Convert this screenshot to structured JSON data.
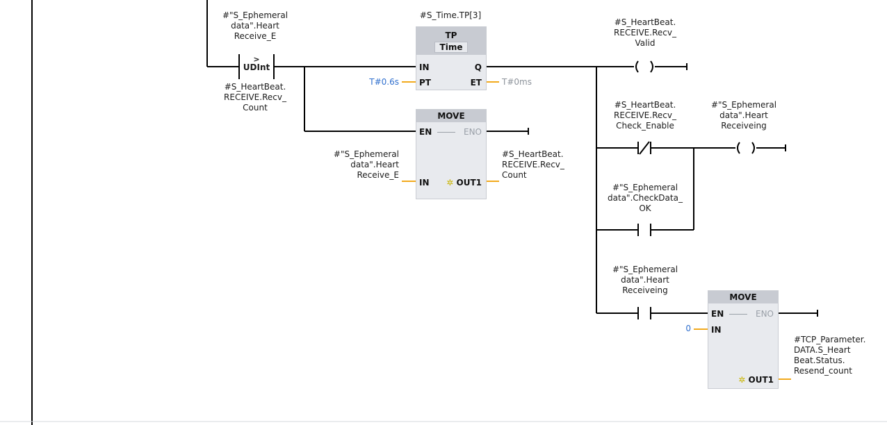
{
  "rung": {
    "compare": {
      "operand_top": "#\"S_Ephemeral\ndata\".Heart\nReceive_E",
      "op": ">",
      "type": "UDInt",
      "operand_bottom": "#S_HeartBeat.\nRECEIVE.Recv_\nCount"
    },
    "tp_timer": {
      "instance": "#S_Time.TP[3]",
      "title": "TP",
      "subtitle": "Time",
      "pin_in": "IN",
      "pin_q": "Q",
      "pin_pt": "PT",
      "pin_et": "ET",
      "pt_value": "T#0.6s",
      "et_value": "T#0ms"
    },
    "move1": {
      "title": "MOVE",
      "pin_en": "EN",
      "pin_eno": "ENO",
      "pin_in": "IN",
      "pin_out": "OUT1",
      "in_operand": "#\"S_Ephemeral\ndata\".Heart\nReceive_E",
      "out_operand": "#S_HeartBeat.\nRECEIVE.Recv_\nCount"
    },
    "coil_valid": {
      "operand": "#S_HeartBeat.\nRECEIVE.Recv_\nValid"
    },
    "nc_check_enable": {
      "operand": "#S_HeartBeat.\nRECEIVE.Recv_\nCheck_Enable"
    },
    "coil_receiving": {
      "operand": "#\"S_Ephemeral\ndata\".Heart\nReceiveing"
    },
    "no_checkdata_ok": {
      "operand": "#\"S_Ephemeral\ndata\".CheckData_\nOK"
    },
    "no_receiving": {
      "operand": "#\"S_Ephemeral\ndata\".Heart\nReceiveing"
    },
    "move2": {
      "title": "MOVE",
      "pin_en": "EN",
      "pin_eno": "ENO",
      "pin_in": "IN",
      "pin_out": "OUT1",
      "in_value": "0",
      "out_operand": "#TCP_Parameter.\nDATA.S_Heart\nBeat.Status.\nResend_count"
    }
  },
  "colors": {
    "wire": "#000000",
    "pin_wire": "#f2a91c",
    "constant_blue": "#2f6fce",
    "box_fill": "#e8eaee",
    "box_header": "#c8cbd2",
    "enable_spark": "#c8b400"
  }
}
